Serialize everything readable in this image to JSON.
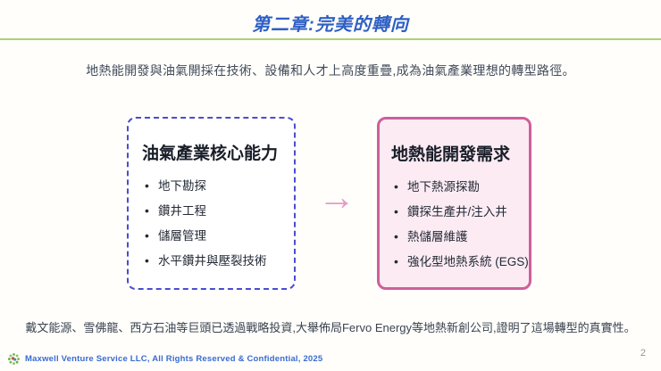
{
  "slide": {
    "title": "第二章:完美的轉向",
    "subtitle": "地熱能開發與油氣開採在技術、設備和人才上高度重疊,成為油氣產業理想的轉型路徑。",
    "left_card": {
      "title": "油氣產業核心能力",
      "bullets": [
        "地下勘探",
        "鑽井工程",
        "儲層管理",
        "水平鑽井與壓裂技術"
      ]
    },
    "right_card": {
      "title": "地熱能開發需求",
      "bullets": [
        "地下熱源探勘",
        "鑽探生產井/注入井",
        "熱儲層維護",
        "強化型地熱系統 (EGS)"
      ]
    },
    "arrow_glyph": "→",
    "bottom_note": "戴文能源、雪佛龍、西方石油等巨頭已透過戰略投資,大舉佈局Fervo Energy等地熱新創公司,證明了這場轉型的真實性。",
    "footer": {
      "copyright": "Maxwell Venture Service LLC, All Rights Reserved & Confidential, 2025",
      "page_number": "2"
    },
    "colors": {
      "title_blue": "#2e5fc4",
      "divider_green": "#a8d472",
      "left_card_border": "#4a4dd0",
      "right_card_border": "#ce5f9b",
      "right_card_bg": "#fcebf3",
      "arrow_pink": "#e79cc3",
      "footer_blue": "#3a6bd0"
    }
  }
}
